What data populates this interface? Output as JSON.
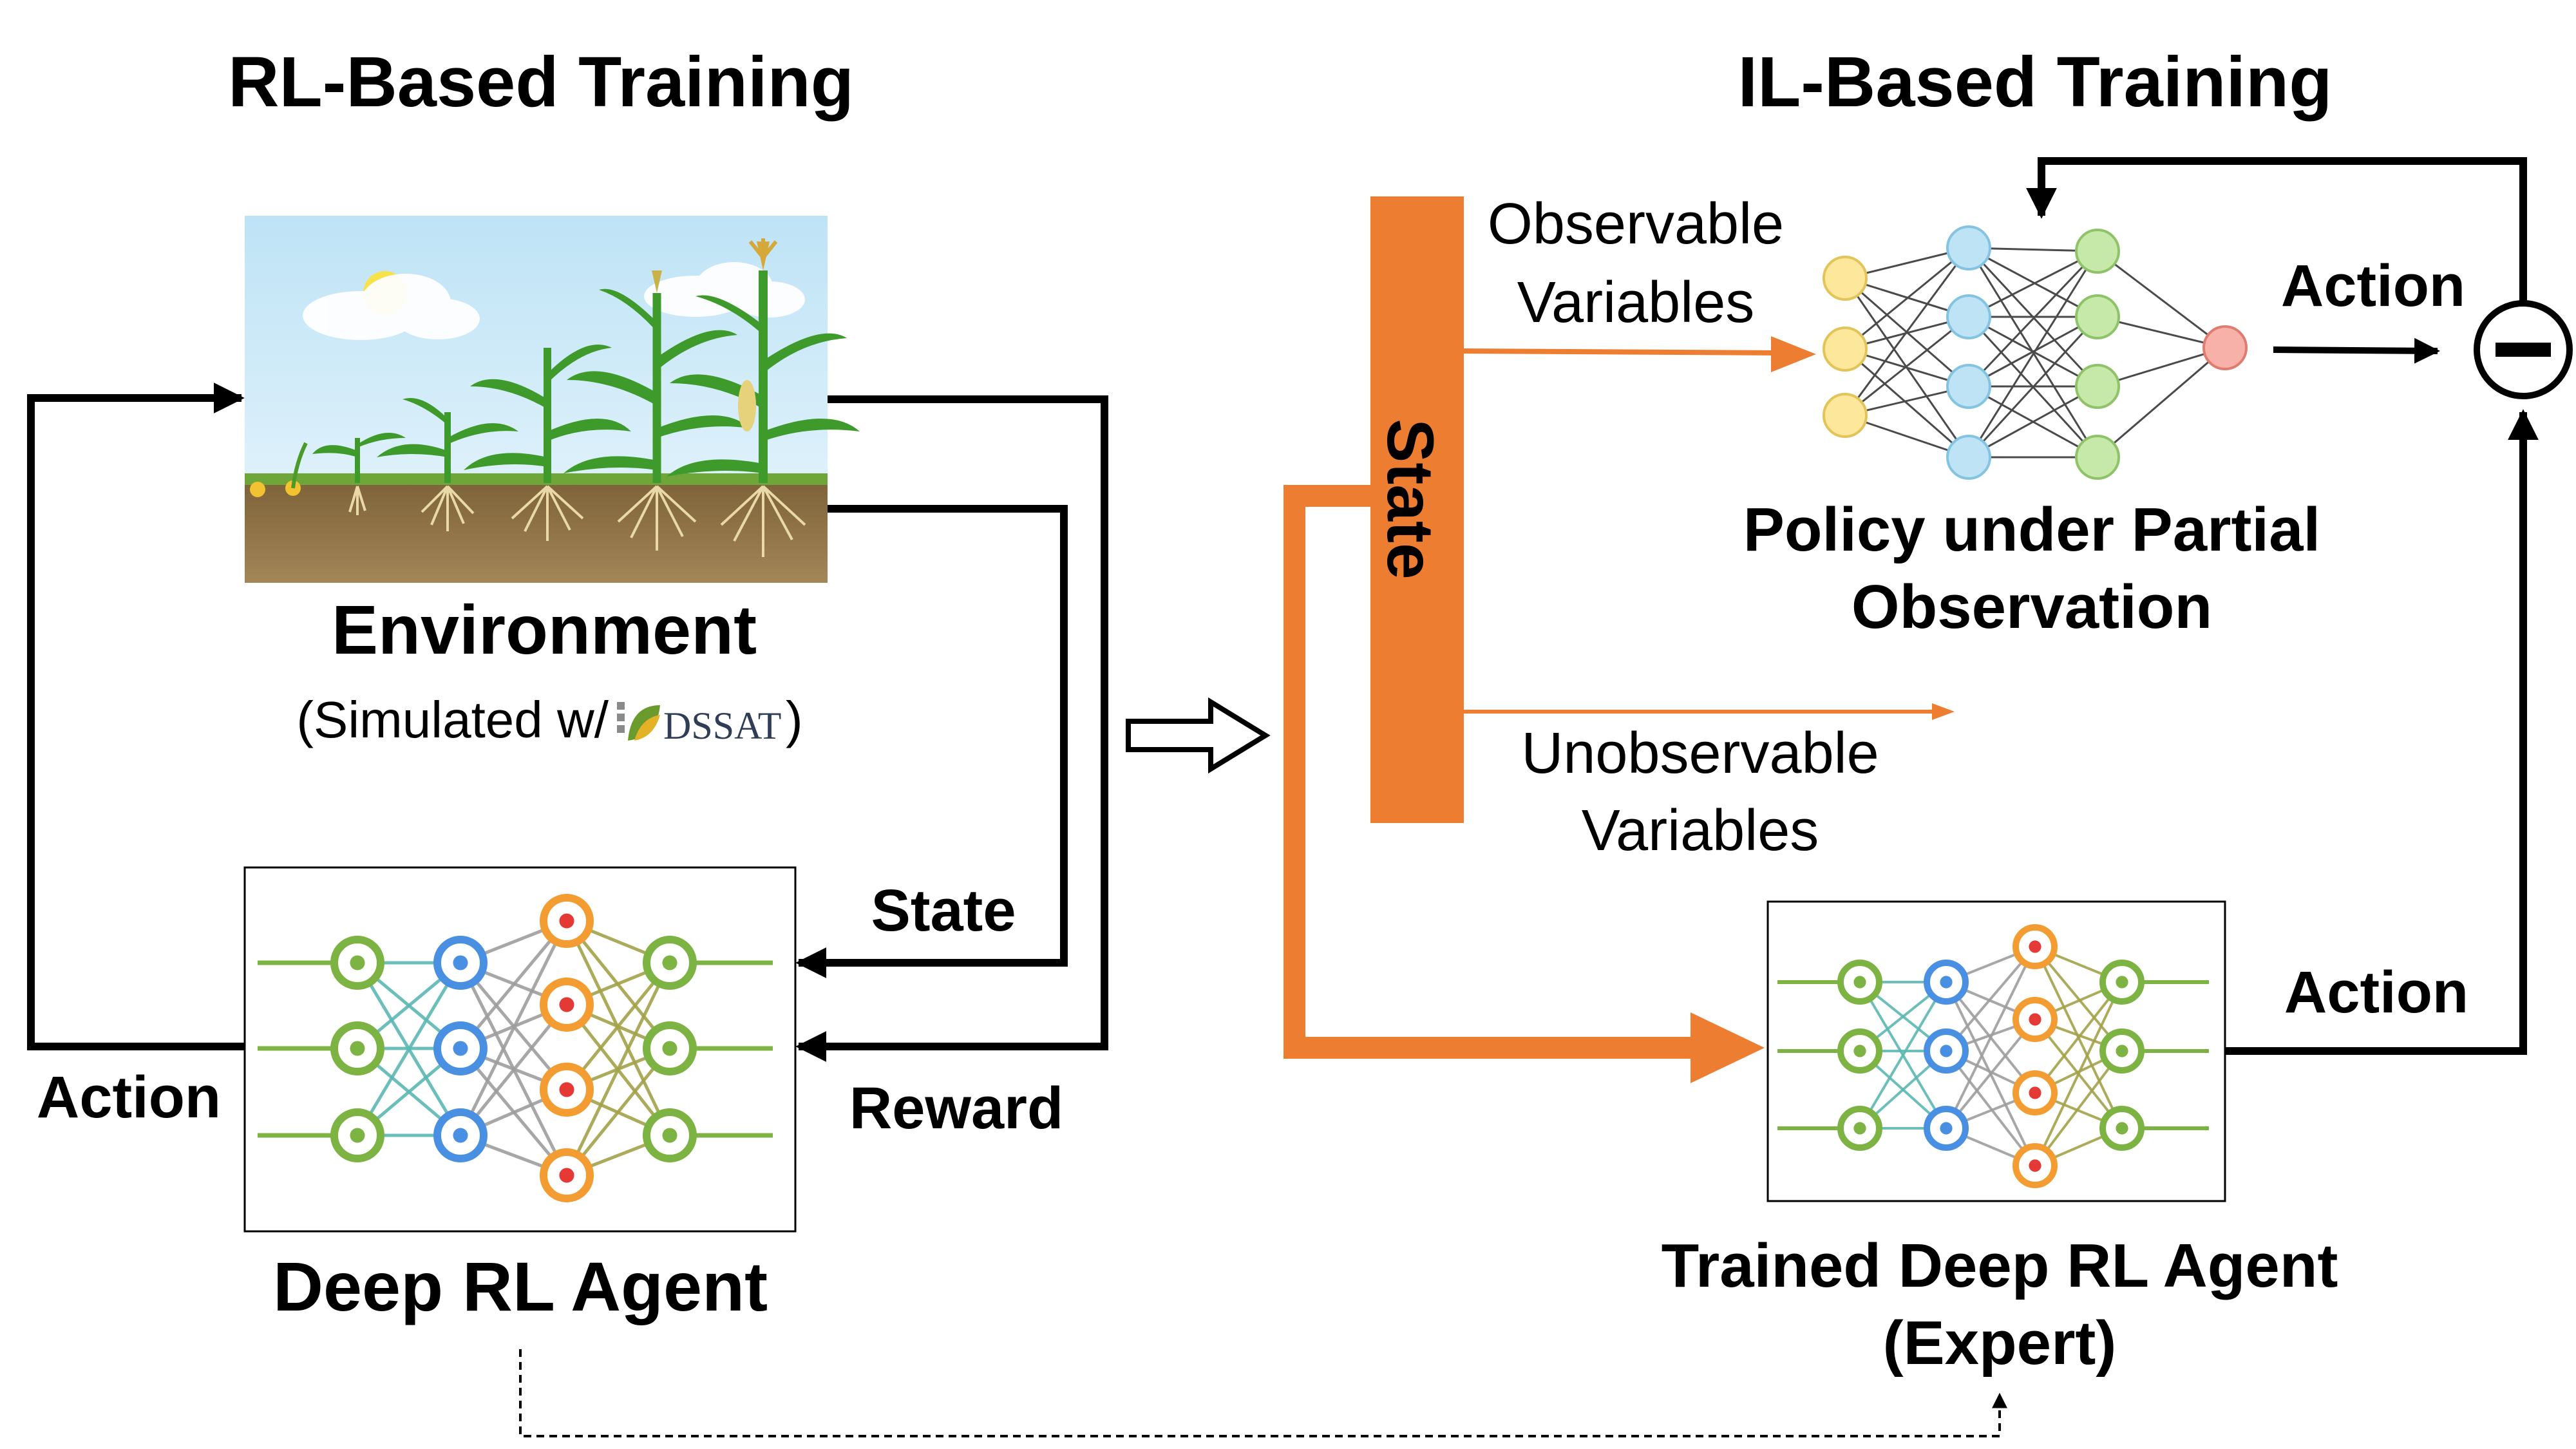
{
  "rl_section": {
    "title": "RL-Based Training",
    "environment_label": "Environment",
    "simulated_prefix": "(Simulated w/",
    "simulated_logo_text": "DSSAT",
    "simulated_suffix": ")",
    "agent_label": "Deep RL Agent",
    "state_label": "State",
    "reward_label": "Reward",
    "action_label": "Action"
  },
  "il_section": {
    "title": "IL-Based Training",
    "state_bar_label": "State",
    "observable_line1": "Observable",
    "observable_line2": "Variables",
    "unobservable_line1": "Unobservable",
    "unobservable_line2": "Variables",
    "policy_line1": "Policy under Partial",
    "policy_line2": "Observation",
    "action_top_label": "Action",
    "action_bottom_label": "Action",
    "expert_line1": "Trained Deep RL Agent",
    "expert_line2": "(Expert)",
    "minus_symbol": "−"
  },
  "colors": {
    "orange": "#ED7D31",
    "black": "#000000",
    "nn_green": "#7CB342",
    "nn_blue": "#4A90E2",
    "nn_orange": "#F39C32",
    "nn_red": "#E53935",
    "policy_yellow": "#FCE79A",
    "policy_blue": "#BDE3F5",
    "policy_green": "#C6E8A8",
    "policy_pink": "#F7B1A8",
    "sky": "#D5EEFA",
    "soil": "#8E7449"
  },
  "icons": {
    "convert_arrow": "hollow-right-arrow-icon",
    "minus": "subtract-circle-icon",
    "crop": "corn-growth-stages-icon",
    "dssat_logo": "dssat-leaf-logo-icon"
  }
}
